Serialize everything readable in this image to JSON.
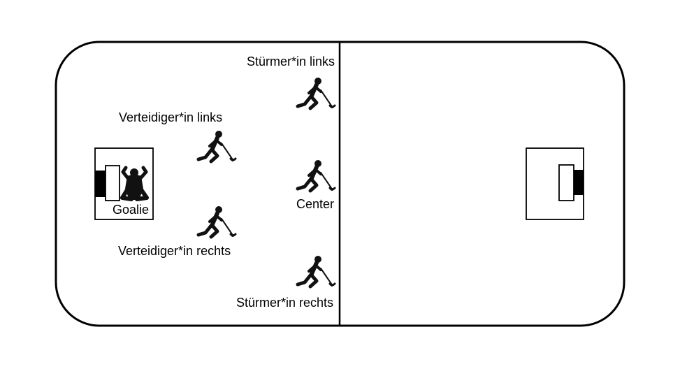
{
  "diagram": {
    "colors": {
      "line": "#000000",
      "background": "#ffffff",
      "figure": "#111111"
    },
    "labels": {
      "forward_left": "Stürmer*in links",
      "defender_left": "Verteidiger*in links",
      "goalie": "Goalie",
      "center": "Center",
      "defender_right": "Verteidiger*in rechts",
      "forward_right": "Stürmer*in rechts"
    },
    "icons": {
      "skater": "floorball-skater-icon",
      "goalie": "goalie-icon"
    }
  }
}
